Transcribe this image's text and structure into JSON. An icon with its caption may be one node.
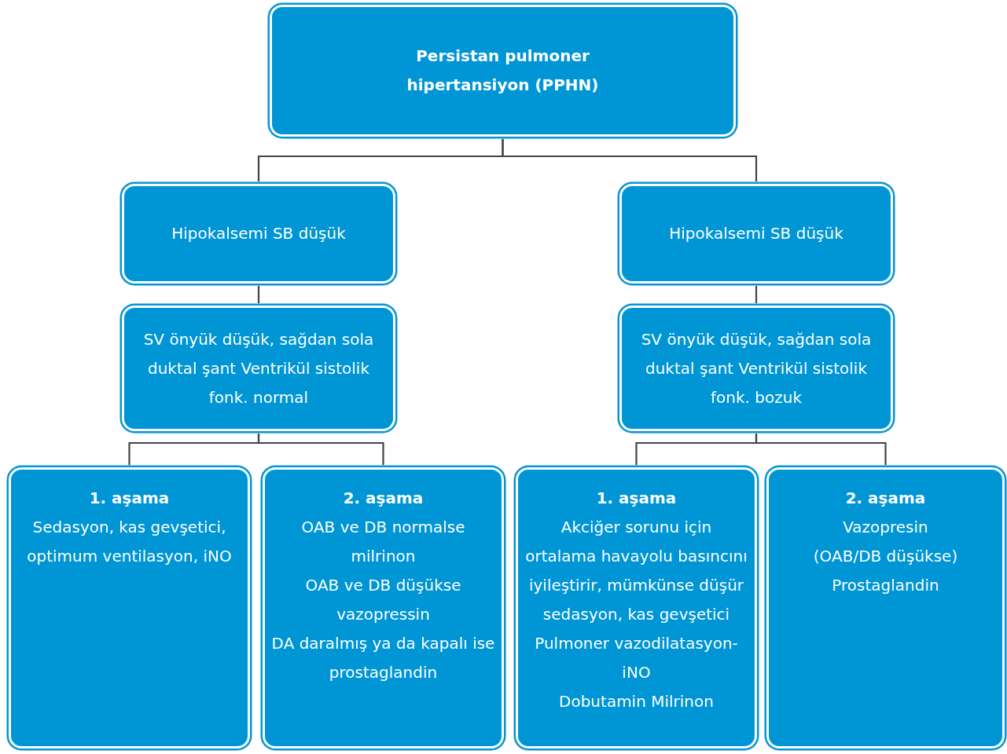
{
  "diagram": {
    "nodes": [
      {
        "text": [
          "Persistan pulmoner hipertansiyon (PPHN)"
        ]
      },
      {
        "text": [
          "Hipokalsemi SB düşük"
        ]
      },
      {
        "text": [
          "Hipokalsemi SB düşük"
        ]
      },
      {
        "text": [
          "SV önyük düşük, sağdan sola duktal şant Ventrikül sistolik fonk. normal"
        ]
      },
      {
        "text": [
          "SV önyük düşük, sağdan sola duktal şant Ventrikül sistolik fonk. bozuk"
        ]
      },
      {
        "text": [
          "1. aşama",
          "Sedasyon, kas gevşetici, optimum ventilasyon, iNO"
        ]
      },
      {
        "text": [
          "2. aşama",
          "OAB ve DB normalse milrinon",
          "OAB ve DB düşükse vazopressin",
          "DA daralmış ya da kapalı ise prostaglandin"
        ]
      },
      {
        "text": [
          "1. aşama",
          "Akciğer sorunu için ortalama havayolu basıncını iyileştirir, mümkünse düşür",
          "sedasyon, kas gevşetici",
          "Pulmoner vazodilatasyon-iNO",
          "Dobutamin Milrinon"
        ]
      },
      {
        "text": [
          "2. aşama",
          "Vazopresin",
          "(OAB/DB düşükse)",
          "Prostaglandin"
        ]
      }
    ],
    "edges": [
      {
        "from": 0,
        "to": 1,
        "arrow": "none"
      },
      {
        "from": 0,
        "to": 2,
        "arrow": "none"
      },
      {
        "from": 1,
        "to": 3,
        "arrow": "none"
      },
      {
        "from": 2,
        "to": 4,
        "arrow": "none"
      },
      {
        "from": 3,
        "to": 5,
        "arrow": "none"
      },
      {
        "from": 3,
        "to": 6,
        "arrow": "none"
      },
      {
        "from": 4,
        "to": 7,
        "arrow": "none"
      },
      {
        "from": 4,
        "to": 8,
        "arrow": "none"
      }
    ]
  }
}
